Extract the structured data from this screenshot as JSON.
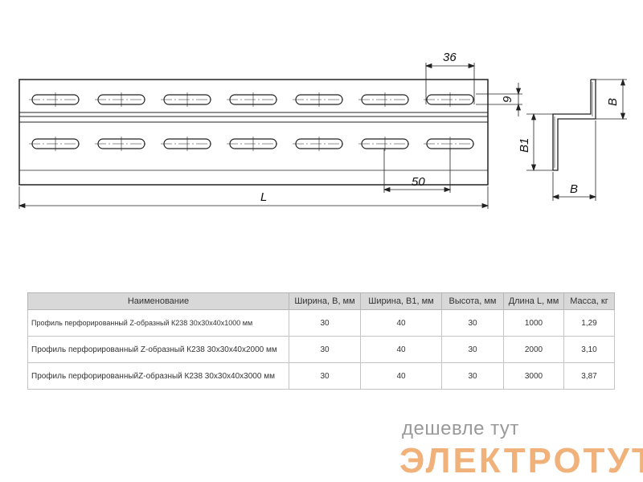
{
  "drawing": {
    "dims": {
      "pitch_36": "36",
      "hole_h_9": "9",
      "step_50": "50",
      "length_L": "L",
      "height_B": "B",
      "height_B1": "B1",
      "width_B": "B"
    }
  },
  "table": {
    "headers": [
      "Наименование",
      "Ширина, В, мм",
      "Ширина, В1, мм",
      "Высота, мм",
      "Длина L, мм",
      "Масса, кг"
    ],
    "rows": [
      [
        "Профиль перфорированный Z-образный К238 30х30х40х1000 мм",
        "30",
        "40",
        "30",
        "1000",
        "1,29"
      ],
      [
        "Профиль перфорированный Z-образный К238 30х30х40х2000 мм",
        "30",
        "40",
        "30",
        "2000",
        "3,10"
      ],
      [
        "Профиль перфорированныйZ-образный К238 30х30х40х3000 мм",
        "30",
        "40",
        "30",
        "3000",
        "3,87"
      ]
    ]
  },
  "watermark": {
    "tagline": "дешевле тут",
    "brand": "ЭЛЕКТРОТУТ"
  }
}
